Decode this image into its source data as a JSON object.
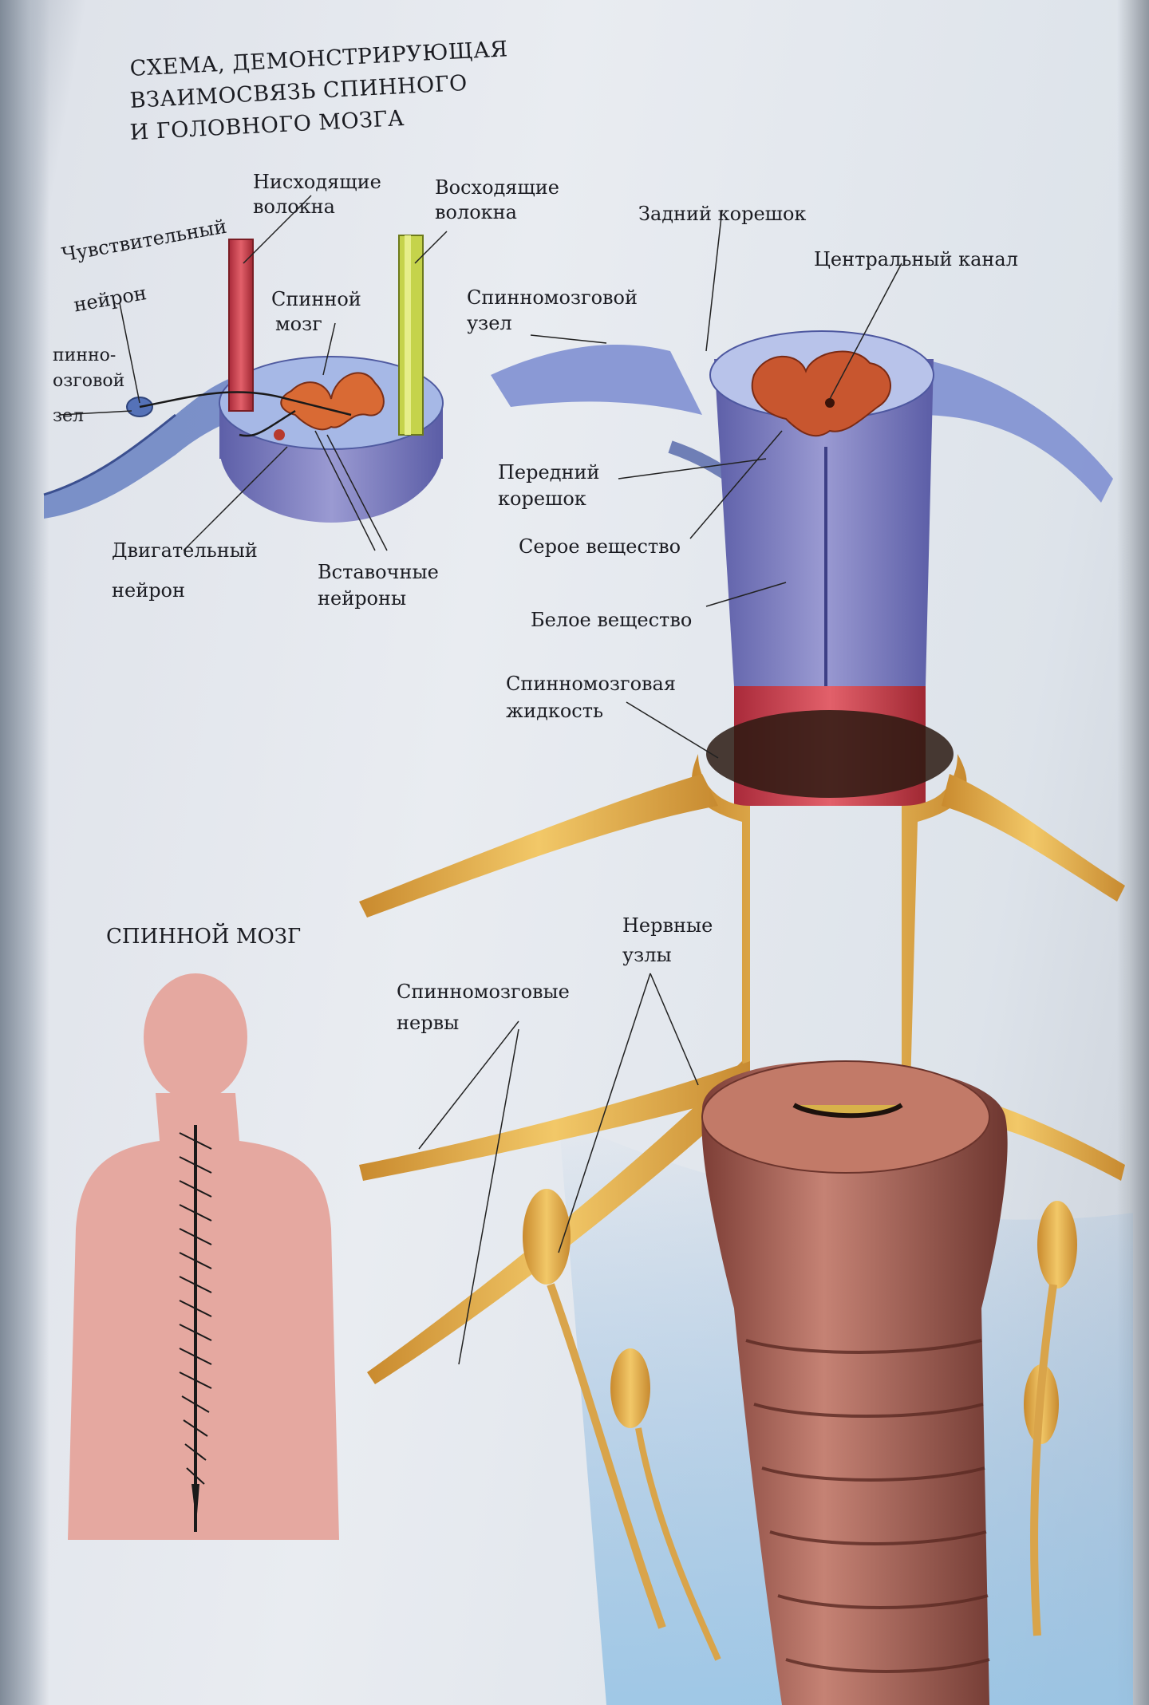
{
  "title_lines": [
    "СХЕМА, ДЕМОНСТРИРУЮЩАЯ",
    "ВЗАИМОСВЯЗЬ СПИННОГО",
    "И ГОЛОВНОГО МОЗГА"
  ],
  "section_title": "СПИННОЙ МОЗГ",
  "labels": {
    "descending": [
      "Нисходящие",
      "волокна"
    ],
    "ascending": [
      "Восходящие",
      "волокна"
    ],
    "sensory_neuron": [
      "Чувствительный",
      "нейрон"
    ],
    "spinal_ganglion_left": [
      "пинно-",
      "озговой",
      "зел"
    ],
    "spinal_cord": [
      "Спинной",
      "мозг"
    ],
    "motor_neuron": [
      "Двигательный",
      "нейрон"
    ],
    "interneurons": [
      "Вставочные",
      "нейроны"
    ],
    "posterior_root": "Задний корешок",
    "central_canal": "Центральный канал",
    "spinal_ganglion": [
      "Спинномозговой",
      "узел"
    ],
    "anterior_root": [
      "Передний",
      "корешок"
    ],
    "gray_matter": "Серое вещество",
    "white_matter": "Белое вещество",
    "csf": [
      "Спинномозговая",
      "жидкость"
    ],
    "nerve_ganglia": [
      "Нервные",
      "узлы"
    ],
    "spinal_nerves": [
      "Спинномозговые",
      "нервы"
    ]
  },
  "colors": {
    "descending_fiber": "#c9383b",
    "ascending_fiber": "#b9cc3a",
    "gray_matter": "#c85a2e",
    "white_matter": "#6d6fb4",
    "nerve": "#d9a44a",
    "vertebra": "#a55f4f"
  }
}
